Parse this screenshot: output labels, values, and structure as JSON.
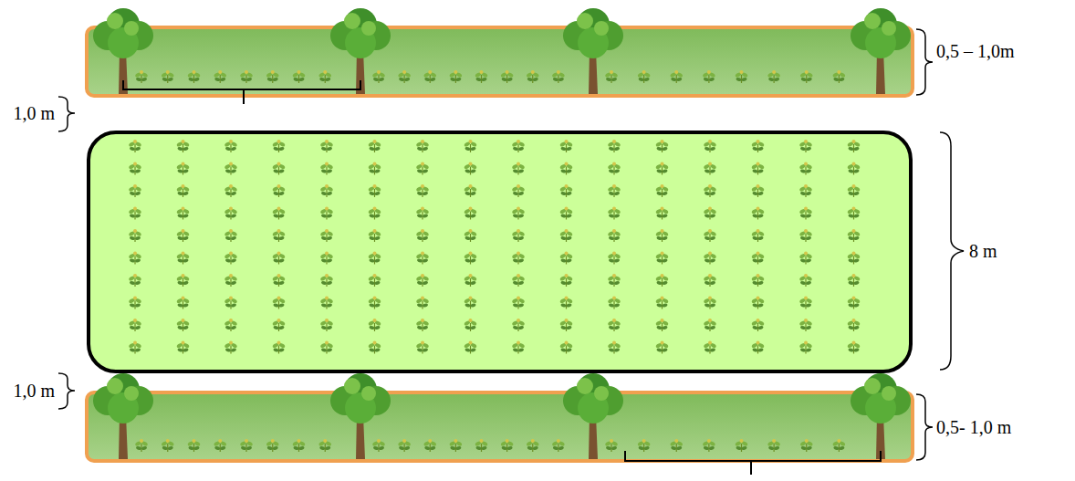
{
  "diagram": {
    "labels": [
      "0,5 – 1,0m",
      "1,0 m",
      "8 m",
      "1,0 m",
      "0,5- 1,0 m"
    ]
  }
}
